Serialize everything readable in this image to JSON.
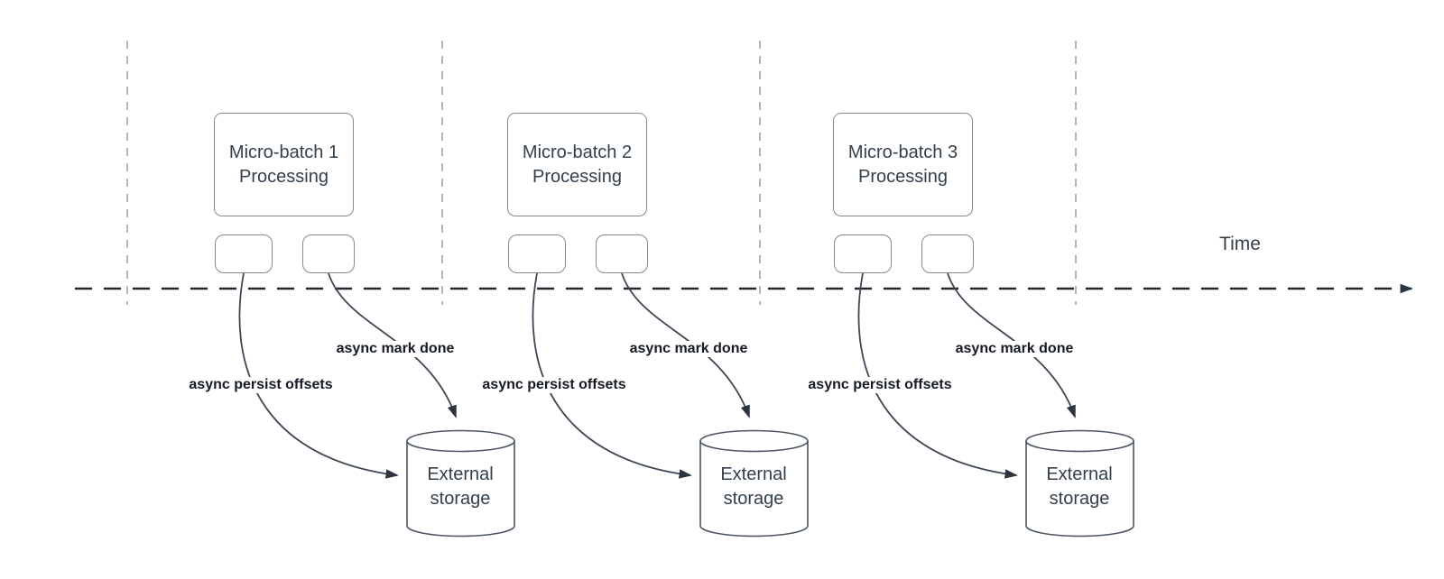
{
  "diagram": {
    "time_axis_label": "Time",
    "groups": [
      {
        "box_label": "Micro-batch 1\nProcessing",
        "persist_label": "async persist offsets",
        "done_label": "async mark done",
        "storage_label": "External\nstorage"
      },
      {
        "box_label": "Micro-batch 2\nProcessing",
        "persist_label": "async persist offsets",
        "done_label": "async mark done",
        "storage_label": "External\nstorage"
      },
      {
        "box_label": "Micro-batch 3\nProcessing",
        "persist_label": "async persist offsets",
        "done_label": "async mark done",
        "storage_label": "External\nstorage"
      }
    ],
    "colors": {
      "background": "#ffffff",
      "timeline_stroke": "#24282f",
      "curve_stroke": "#3d4654",
      "arrowhead_fill": "#2c343f",
      "guide_stroke": "#a8a8a8",
      "box_border": "#848b94",
      "cylinder_border": "#4a5462",
      "box_text": "#33404c",
      "label_text": "#151a23"
    }
  }
}
